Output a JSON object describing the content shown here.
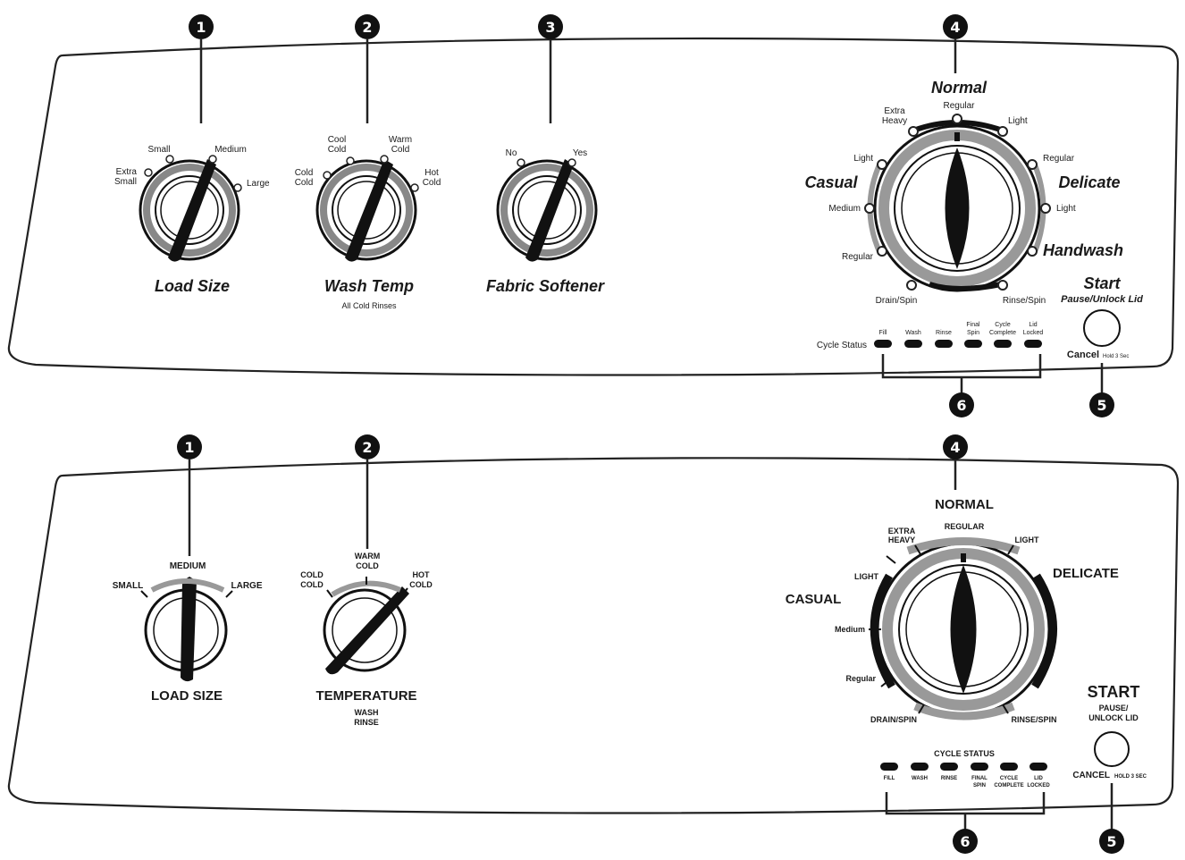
{
  "callouts": [
    "1",
    "2",
    "3",
    "4",
    "5",
    "6"
  ],
  "panel_top": {
    "load_size": {
      "title": "Load Size",
      "positions": [
        "Extra Small",
        "Small",
        "Medium",
        "Large"
      ]
    },
    "wash_temp": {
      "title": "Wash Temp",
      "subtitle": "All Cold Rinses",
      "positions": [
        "Cold Cold",
        "Cool Cold",
        "Warm Cold",
        "Hot Cold"
      ]
    },
    "fabric_softener": {
      "title": "Fabric Softener",
      "positions": [
        "No",
        "Yes"
      ]
    },
    "cycle": {
      "group_normal": "Normal",
      "group_casual": "Casual",
      "group_delicate": "Delicate",
      "group_handwash": "Handwash",
      "extra_heavy": "Extra Heavy",
      "regular_top": "Regular",
      "light_top": "Light",
      "casual_light": "Light",
      "casual_medium": "Medium",
      "casual_regular": "Regular",
      "delicate_regular": "Regular",
      "delicate_light": "Light",
      "drain_spin": "Drain/Spin",
      "rinse_spin": "Rinse/Spin"
    },
    "start": {
      "title": "Start",
      "subtitle": "Pause/Unlock Lid",
      "cancel": "Cancel",
      "cancel_hint": "Hold 3 Sec"
    },
    "cycle_status": {
      "label": "Cycle Status",
      "lights": [
        "Fill",
        "Wash",
        "Rinse",
        "Final Spin",
        "Cycle Complete",
        "Lid Locked"
      ]
    }
  },
  "panel_bottom": {
    "load_size": {
      "title": "LOAD SIZE",
      "positions": [
        "SMALL",
        "MEDIUM",
        "LARGE"
      ]
    },
    "temperature": {
      "title": "TEMPERATURE",
      "sub1": "WASH",
      "sub2": "RINSE",
      "positions": [
        "COLD COLD",
        "WARM COLD",
        "HOT COLD"
      ]
    },
    "cycle": {
      "group_normal": "NORMAL",
      "group_casual": "CASUAL",
      "group_delicate": "DELICATE",
      "extra_heavy": "EXTRA HEAVY",
      "regular_top": "REGULAR",
      "light_top": "LIGHT",
      "casual_light": "LIGHT",
      "casual_medium": "Medium",
      "casual_regular": "Regular",
      "drain_spin": "DRAIN/SPIN",
      "rinse_spin": "RINSE/SPIN"
    },
    "start": {
      "title": "START",
      "subtitle1": "PAUSE/",
      "subtitle2": "UNLOCK LID",
      "cancel": "CANCEL",
      "cancel_hint": "HOLD 3 SEC"
    },
    "cycle_status": {
      "label": "CYCLE STATUS",
      "lights": [
        "FILL",
        "WASH",
        "RINSE",
        "FINAL SPIN",
        "CYCLE COMPLETE",
        "LID LOCKED"
      ]
    }
  },
  "colors": {
    "ink": "#1a1a1a",
    "ring_gray": "#9a9a9a",
    "panel_stroke": "#222222",
    "background": "#ffffff"
  }
}
